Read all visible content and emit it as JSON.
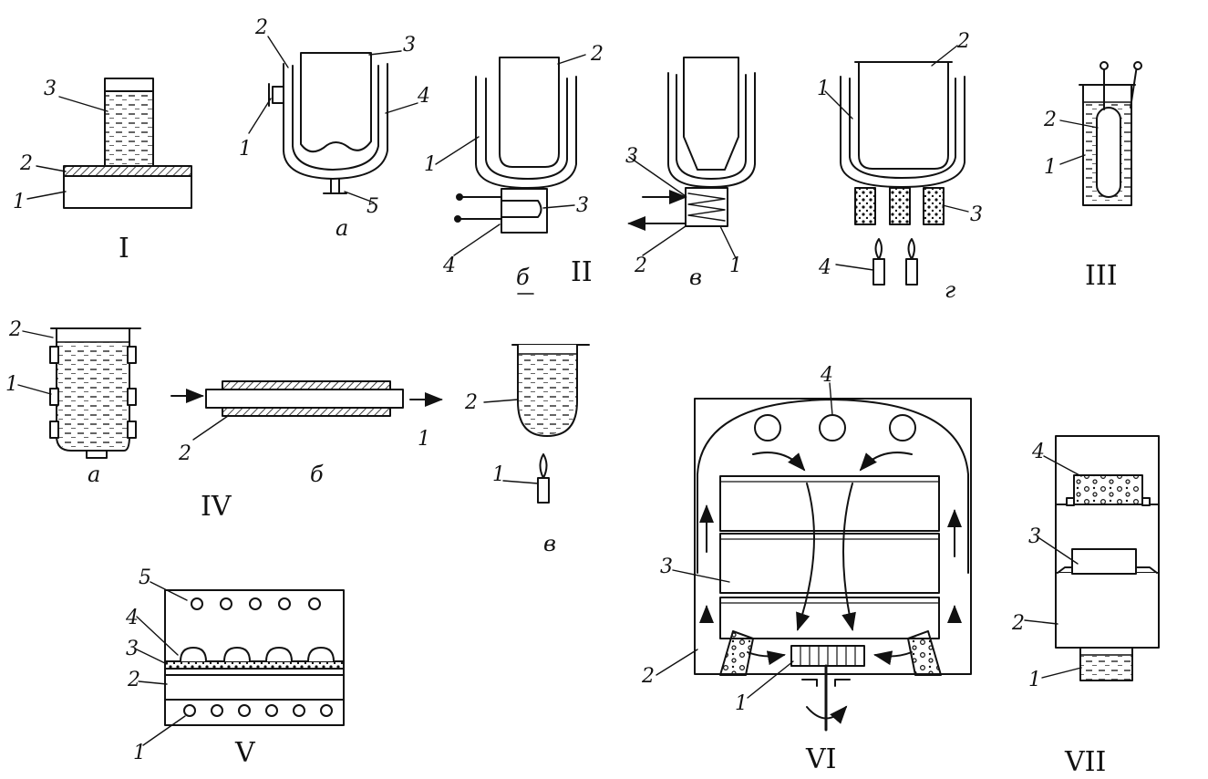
{
  "colors": {
    "ink": "#111111",
    "paper": "#ffffff"
  },
  "schemes": [
    {
      "id": "I",
      "roman": "I",
      "labels": [
        "1",
        "2",
        "3"
      ]
    },
    {
      "id": "II",
      "roman": "II",
      "parts": [
        {
          "sub": "а",
          "labels": [
            "1",
            "2",
            "3",
            "4",
            "5"
          ]
        },
        {
          "sub": "б",
          "labels": [
            "1",
            "2",
            "3",
            "4"
          ]
        },
        {
          "sub": "в",
          "labels": [
            "1",
            "2",
            "3"
          ]
        },
        {
          "sub": "г",
          "labels": [
            "1",
            "2",
            "3",
            "4"
          ]
        }
      ]
    },
    {
      "id": "III",
      "roman": "III",
      "labels": [
        "1",
        "2"
      ]
    },
    {
      "id": "IV",
      "roman": "IV",
      "parts": [
        {
          "sub": "а",
          "labels": [
            "1",
            "2"
          ]
        },
        {
          "sub": "б",
          "labels": [
            "1",
            "2"
          ]
        },
        {
          "sub": "в",
          "labels": [
            "1",
            "2"
          ]
        }
      ]
    },
    {
      "id": "V",
      "roman": "V",
      "labels": [
        "1",
        "2",
        "3",
        "4",
        "5"
      ]
    },
    {
      "id": "VI",
      "roman": "VI",
      "labels": [
        "1",
        "2",
        "3",
        "4"
      ]
    },
    {
      "id": "VII",
      "roman": "VII",
      "labels": [
        "1",
        "2",
        "3",
        "4"
      ]
    }
  ]
}
